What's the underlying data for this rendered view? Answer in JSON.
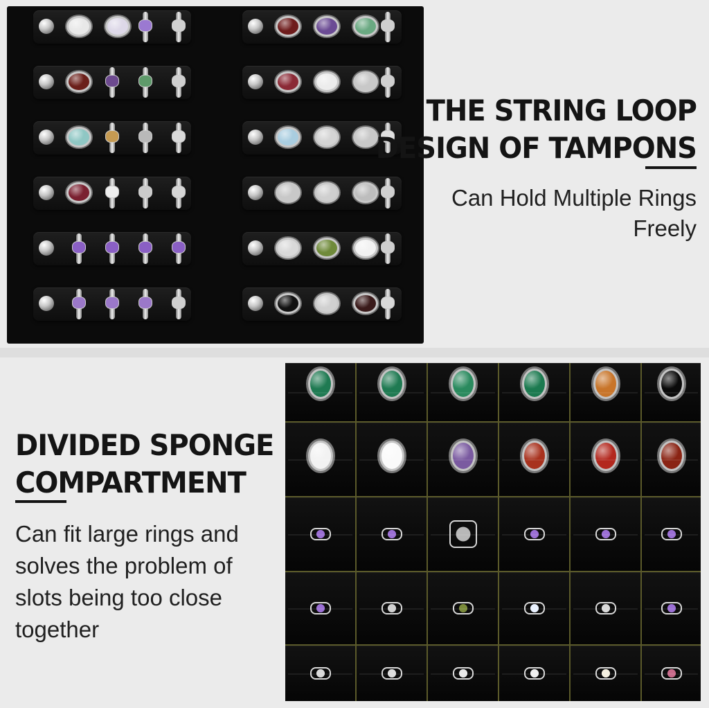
{
  "string_loop": {
    "heading_line1": "THE STRING LOOP",
    "heading_line2": "DESIGN OF TAMPONS",
    "description": "Can Hold Multiple Rings Freely"
  },
  "divided_sponge": {
    "heading_line1": "DIVIDED SPONGE",
    "heading_line2": "COMPARTMENT",
    "description": "Can fit large rings and solves the problem of slots being too close together"
  },
  "colors": {
    "heading_text": "#141414",
    "body_text": "#202020",
    "panel_background": "#ebebeb",
    "tray_black": "#0b0b0b",
    "grid_divider": "#5b5a2a"
  },
  "stones": {
    "loop_rows": [
      [
        "#e8e8e8",
        "#ddd8e8",
        "#9b79d1",
        "#d0d0d0"
      ],
      [
        "#6b1f1a",
        "#6d4a8f",
        "#5e9a6a",
        "#cfcfcf"
      ],
      [
        "#8fc7c4",
        "#c59a52",
        "#b9b9b9",
        "#d9d9d9"
      ],
      [
        "#7a2030",
        "#eeeeee",
        "#cccccc",
        "#d6d6d6"
      ],
      [
        "#8a5fc4",
        "#8a5fc4",
        "#8a5fc4",
        "#8a5fc4"
      ],
      [
        "#9b78c9",
        "#9b78c9",
        "#9b78c9",
        "#cfcfcf"
      ],
      [
        "#6e1c1c",
        "#6b4b94",
        "#6aa982",
        "#cfcfcf"
      ],
      [
        "#8b2a36",
        "#ececec",
        "#c8c8c8",
        "#d0d0d0"
      ],
      [
        "#a9cde0",
        "#d4d4d4",
        "#c8c8c8",
        "#e0e0e0"
      ],
      [
        "#c8c8c8",
        "#cfcfcf",
        "#bdbdbd",
        "#d0d0d0"
      ],
      [
        "#d9d9d9",
        "#6f8a3a",
        "#f2f2f2",
        "#cfcfcf"
      ],
      [
        "#111111",
        "#d0d0d0",
        "#3a1a1a",
        "#d9d9d9"
      ]
    ],
    "sponge_rows": [
      [
        "#1f7a52",
        "#1f7a52",
        "#2a8a5e",
        "#1c7a50",
        "#c8752a",
        "#0a0a0a"
      ],
      [
        "#f2f2f2",
        "#fafafa",
        "#7a5aa0",
        "#a8321e",
        "#b3281e",
        "#8a2414"
      ],
      [
        "#9b6fd4",
        "#9b6fd4",
        "#b8b8b8",
        "#9b6fd4",
        "#9b6fd4",
        "#9b6fd4"
      ],
      [
        "#9b6fd4",
        "#d0d0d0",
        "#7a8a3a",
        "#eaf2ff",
        "#d9d9d9",
        "#9b6fd4"
      ],
      [
        "#d9d9d9",
        "#dcdcdc",
        "#e8e8e8",
        "#f0f0f0",
        "#f5f0e0",
        "#c86a8a"
      ]
    ]
  }
}
